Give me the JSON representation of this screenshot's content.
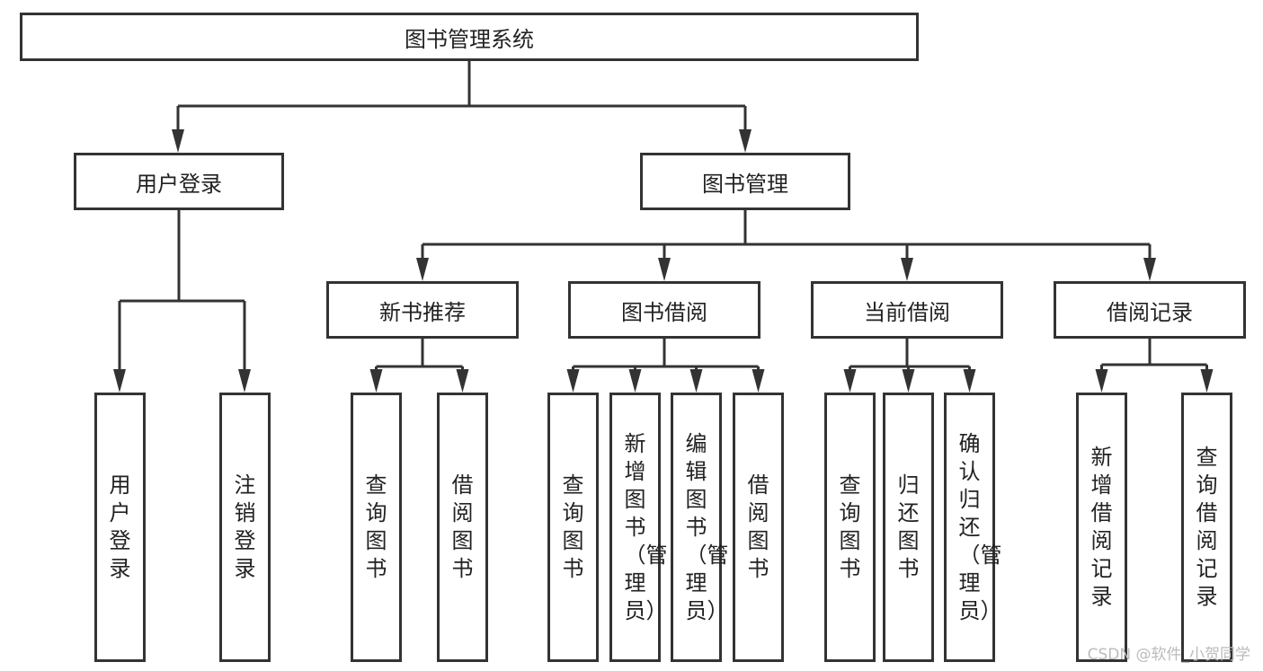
{
  "diagram": {
    "root": "图书管理系统",
    "user_login": {
      "label": "用户登录",
      "children": [
        "用户登录",
        "注销登录"
      ]
    },
    "book_management": {
      "label": "图书管理",
      "groups": [
        {
          "label": "新书推荐",
          "children": [
            "查询图书",
            "借阅图书"
          ]
        },
        {
          "label": "图书借阅",
          "children": [
            "查询图书",
            "新增图书（管理员）",
            "编辑图书（管理员）",
            "借阅图书"
          ]
        },
        {
          "label": "当前借阅",
          "children": [
            "查询图书",
            "归还图书",
            "确认归还（管理员）"
          ]
        },
        {
          "label": "借阅记录",
          "children": [
            "新增借阅记录",
            "查询借阅记录"
          ]
        }
      ]
    }
  },
  "watermark": "CSDN @软件_小贺同学"
}
